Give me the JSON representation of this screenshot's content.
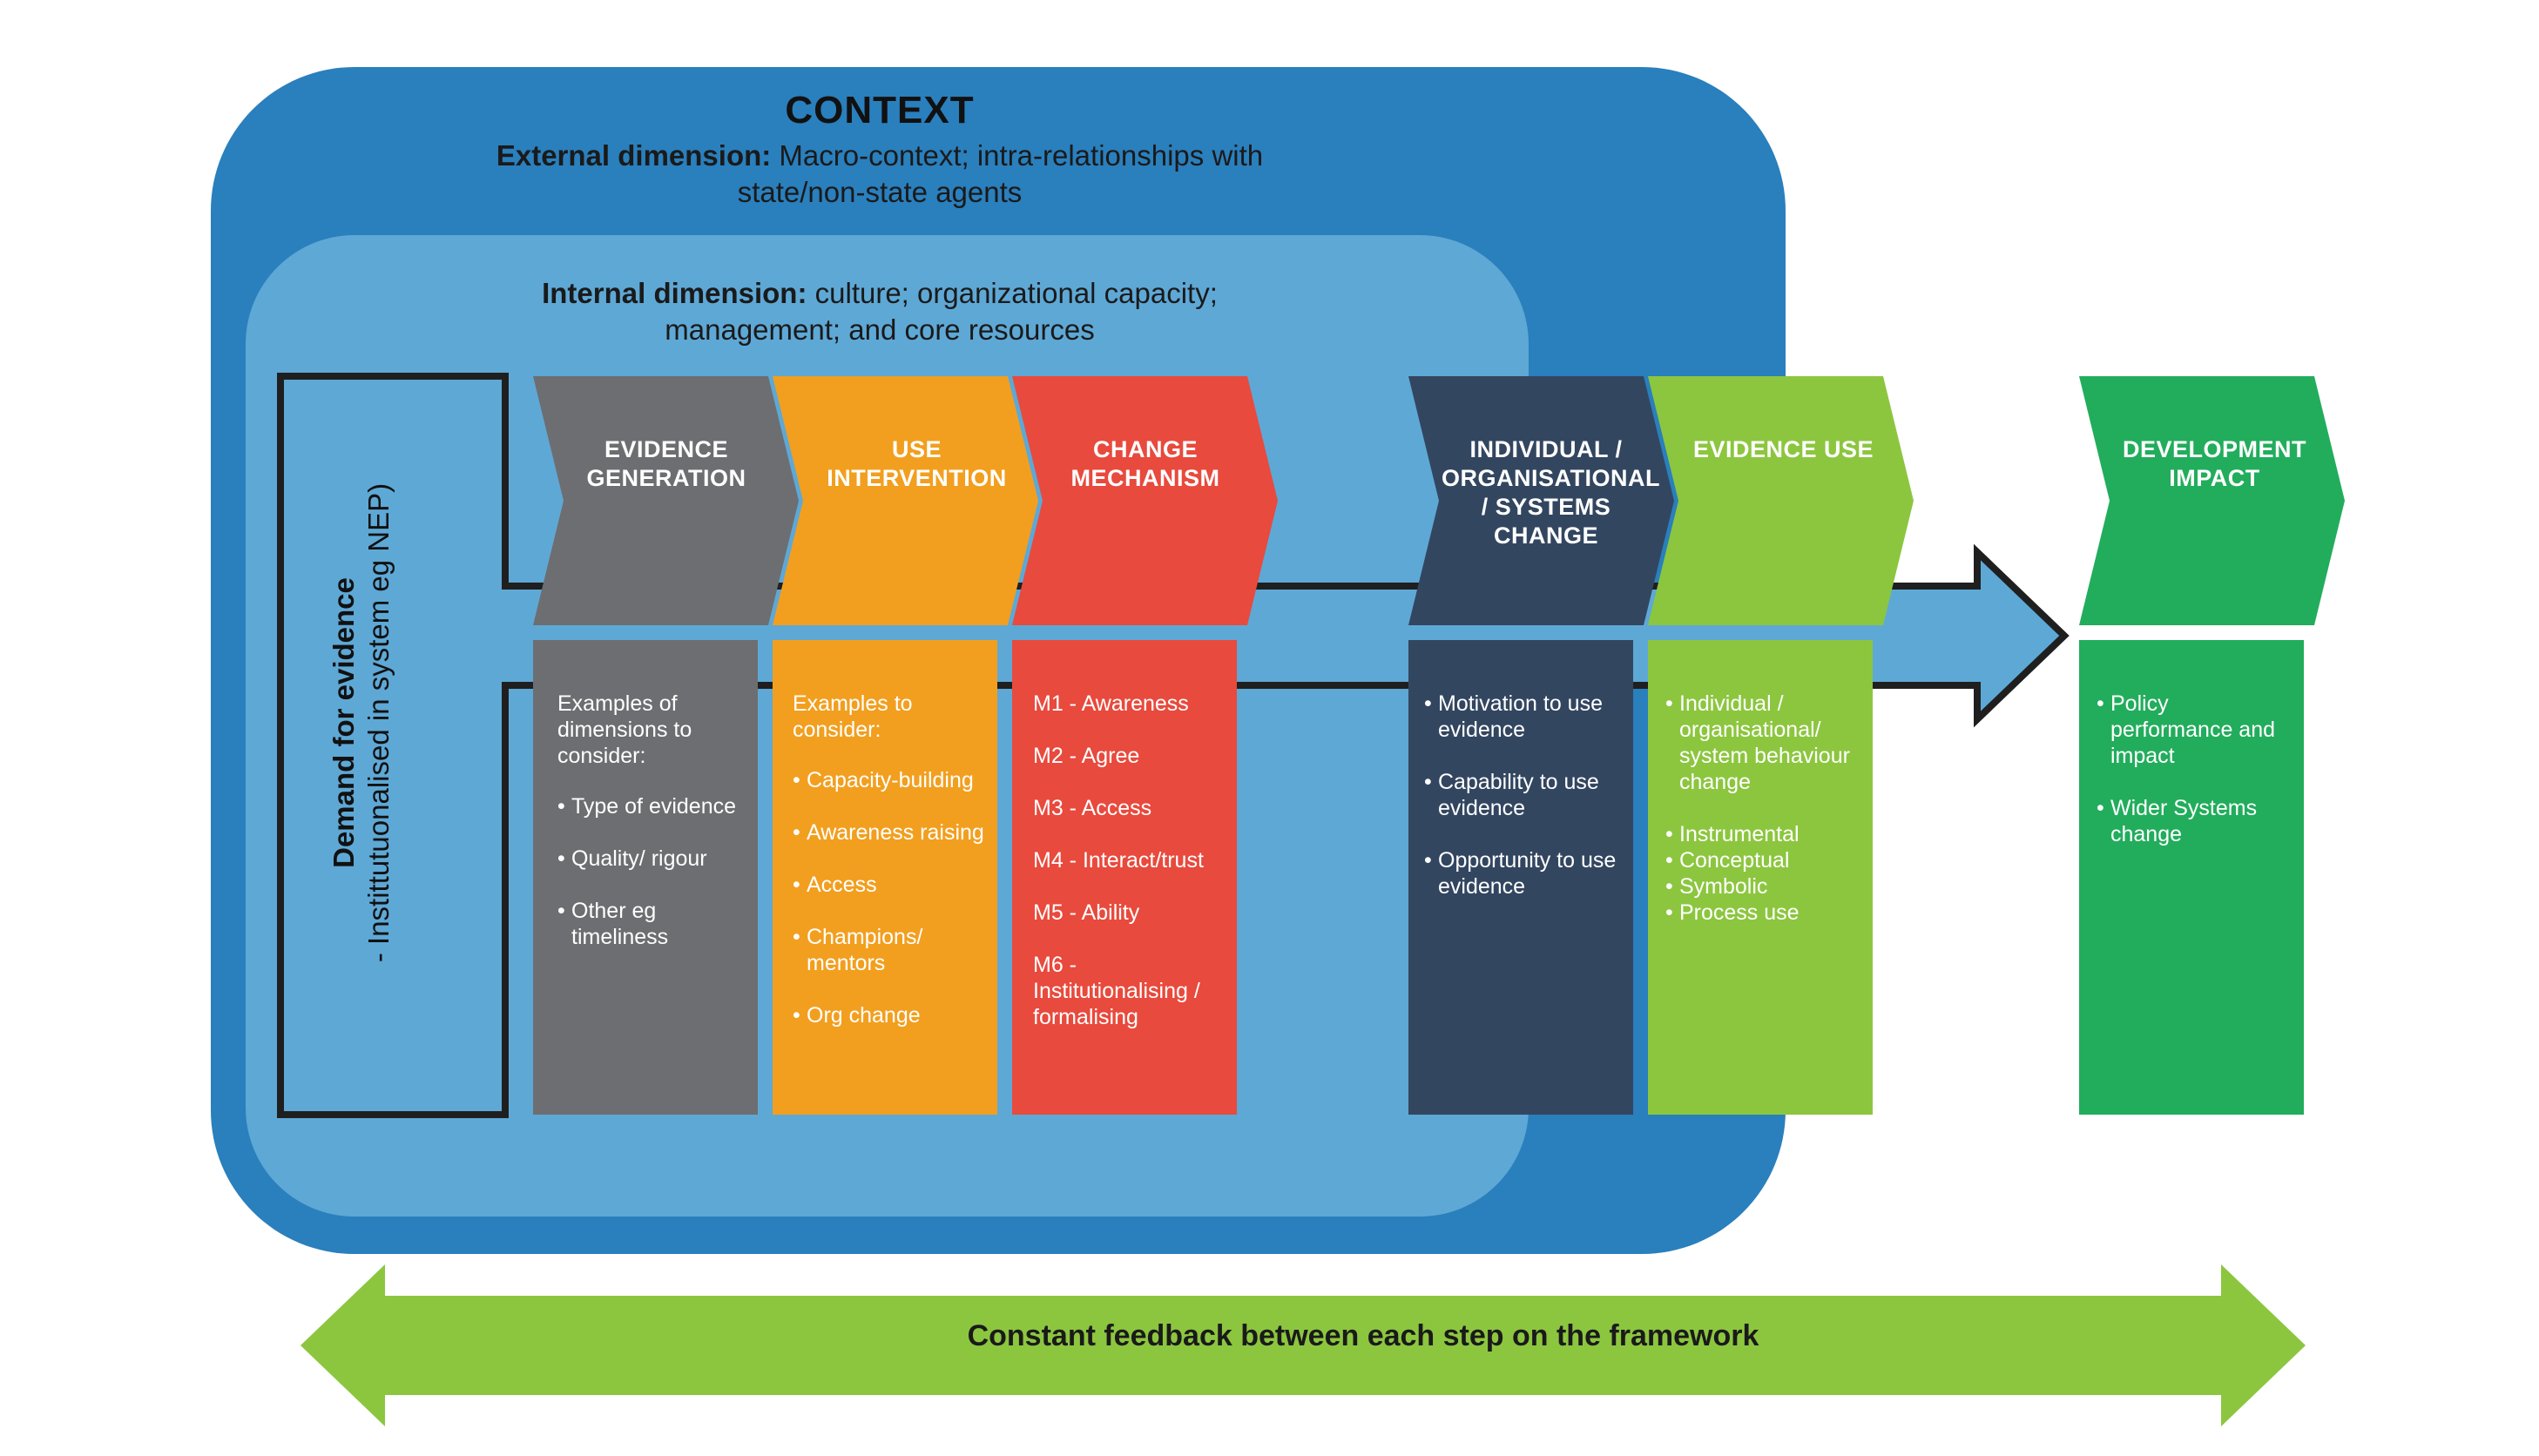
{
  "context": {
    "title": "CONTEXT",
    "external_label": "External dimension:",
    "external_text": " Macro-context; intra-relationships with state/non-state agents",
    "internal_label": "Internal dimension:",
    "internal_text": " culture; organizational capacity; management; and core resources"
  },
  "demand": {
    "label": "Demand for evidence",
    "text": "- Instittutuonalised in system eg NEP)"
  },
  "steps": [
    {
      "title": "EVIDENCE GENERATION",
      "color": "#6d6e71",
      "intro": "Examples of dimensions to consider:",
      "items": [
        "Type of evidence",
        "Quality/ rigour",
        "Other eg timeliness"
      ]
    },
    {
      "title": "USE INTERVENTION",
      "color": "#f29f1f",
      "intro": "Examples to consider:",
      "items": [
        "Capacity-building",
        "Awareness raising",
        "Access",
        "Champions/ mentors",
        "Org change"
      ]
    },
    {
      "title": "CHANGE MECHANISM",
      "color": "#e84a3d",
      "items": [
        "M1 - Awareness",
        "M2 - Agree",
        "M3 - Access",
        "M4 - Interact/trust",
        "M5 - Ability",
        "M6 - Institutionalising / formalising"
      ]
    },
    {
      "title": "INDIVIDUAL / ORGANISATIONAL / SYSTEMS CHANGE",
      "color": "#334660",
      "items": [
        "Motivation to use evidence",
        "Capability to use evidence",
        "Opportunity to use evidence"
      ]
    },
    {
      "title": "EVIDENCE USE",
      "color": "#8cc63f",
      "items": [
        "Individual / organisational/ system behaviour change",
        "Instrumental",
        "Conceptual",
        "Symbolic",
        "Process use"
      ]
    },
    {
      "title": "DEVELOPMENT IMPACT",
      "color": "#22ad5c",
      "items": [
        "Policy performance and impact",
        "Wider Systems change"
      ]
    }
  ],
  "feedback": {
    "text": "Constant feedback between each step on the framework"
  },
  "colors": {
    "context_outer": "#2a7fbd",
    "context_inner": "#5ea8d6",
    "flow_arrow": "#5ea8d6",
    "outline": "#1f1f1f",
    "feedback_arrow": "#8cc63f"
  }
}
